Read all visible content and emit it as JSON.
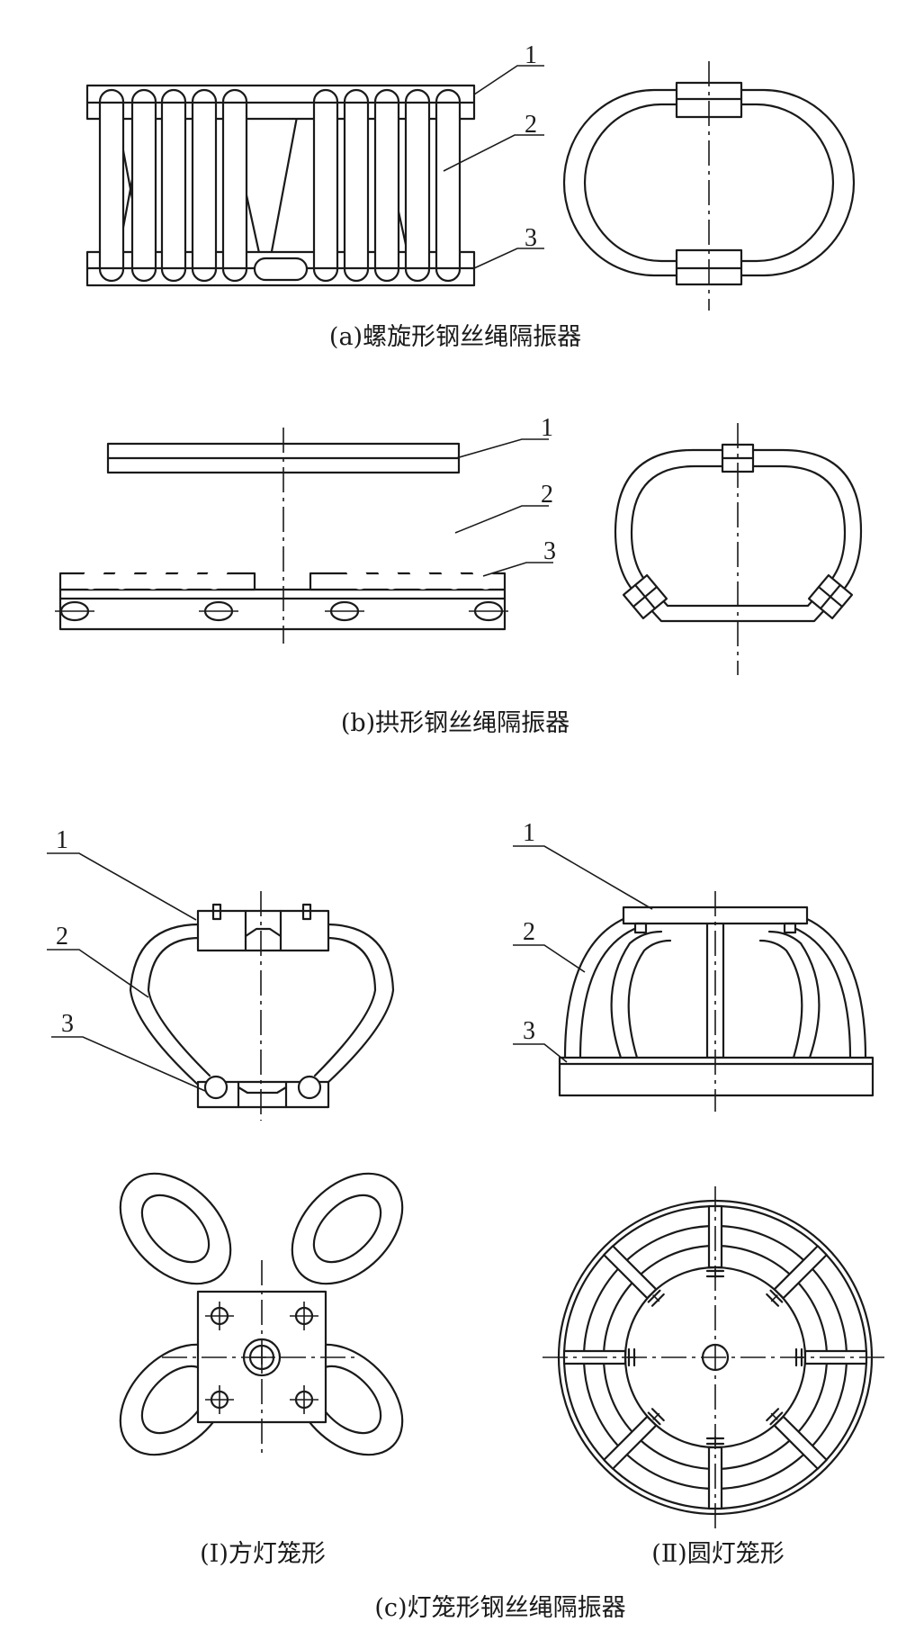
{
  "parts": {
    "a": {
      "leader_1": "1",
      "leader_2": "2",
      "leader_3": "3",
      "caption": "(a)螺旋形钢丝绳隔振器"
    },
    "b": {
      "leader_1": "1",
      "leader_2": "2",
      "leader_3": "3",
      "caption": "(b)拱形钢丝绳隔振器"
    },
    "c1": {
      "leader_1": "1",
      "leader_2": "2",
      "leader_3": "3",
      "caption": "(Ⅰ)方灯笼形"
    },
    "c2": {
      "leader_1": "1",
      "leader_2": "2",
      "leader_3": "3",
      "caption": "(Ⅱ)圆灯笼形"
    },
    "c": {
      "caption": "(c)灯笼形钢丝绳隔振器"
    }
  }
}
